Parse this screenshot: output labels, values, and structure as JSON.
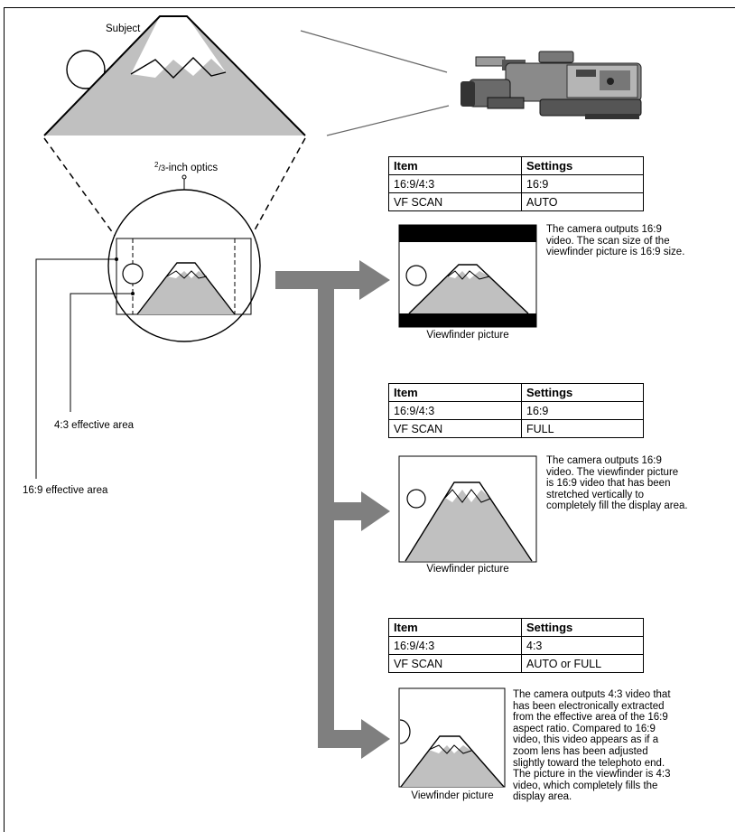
{
  "labels": {
    "subject": "Subject",
    "optics_num": "2",
    "optics_den": "/3",
    "optics_rest": "-inch optics",
    "area_43": "4:3 effective area",
    "area_169": "16:9 effective area"
  },
  "table_headers": {
    "item": "Item",
    "settings": "Settings"
  },
  "configs": [
    {
      "row1_item": "16:9/4:3",
      "row1_value": "16:9",
      "row2_item": "VF SCAN",
      "row2_value": "AUTO",
      "description": "The camera outputs 16:9\nvideo. The scan size of the\nviewfinder picture is 16:9 size.",
      "caption": "Viewfinder picture"
    },
    {
      "row1_item": "16:9/4:3",
      "row1_value": "16:9",
      "row2_item": "VF SCAN",
      "row2_value": "FULL",
      "description": "The camera outputs 16:9\nvideo. The viewfinder picture\nis 16:9 video that has been\nstretched vertically to\ncompletely fill the display area.",
      "caption": "Viewfinder picture"
    },
    {
      "row1_item": "16:9/4:3",
      "row1_value": "4:3",
      "row2_item": "VF SCAN",
      "row2_value": "AUTO or FULL",
      "description": "The camera outputs 4:3 video that\nhas been electronically extracted\nfrom the effective area of the 16:9\naspect ratio. Compared to 16:9\nvideo, this video appears as if a\nzoom lens has been adjusted\nslightly toward the telephoto end.\nThe picture in the viewfinder is 4:3\nvideo, which completely fills the\ndisplay area.",
      "caption": "Viewfinder picture"
    }
  ],
  "colors": {
    "mountain_fill": "#c0c0c0",
    "arrow_gray": "#7f7f7f",
    "line": "#000000"
  }
}
